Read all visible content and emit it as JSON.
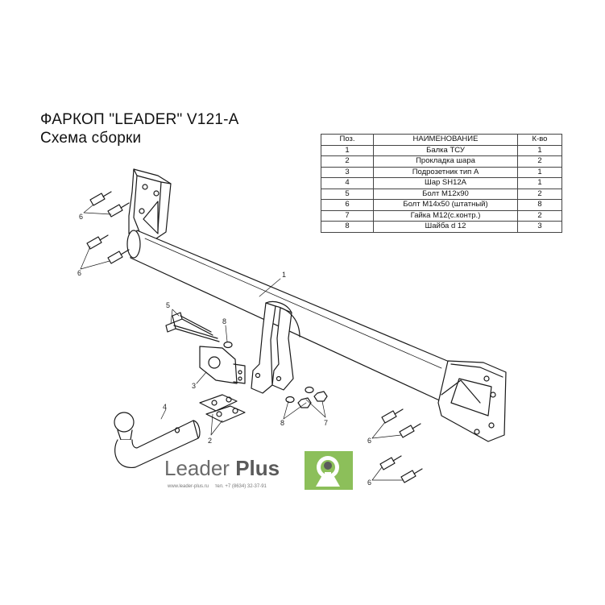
{
  "title": {
    "line1": "ФАРКОП \"LEADER\" V121-A",
    "line2": "Схема сборки"
  },
  "table": {
    "headers": [
      "Поз.",
      "НАИМЕНОВАНИЕ",
      "К-во"
    ],
    "rows": [
      [
        "1",
        "Балка ТСУ",
        "1"
      ],
      [
        "2",
        "Прокладка шара",
        "2"
      ],
      [
        "3",
        "Подрозетник тип А",
        "1"
      ],
      [
        "4",
        "Шар SH12A",
        "1"
      ],
      [
        "5",
        "Болт М12х90",
        "2"
      ],
      [
        "6",
        "Болт М14х50 (штатный)",
        "8"
      ],
      [
        "7",
        "Гайка М12(с.контр.)",
        "2"
      ],
      [
        "8",
        "Шайба d 12",
        "3"
      ]
    ]
  },
  "callouts": {
    "c1": "1",
    "c2": "2",
    "c3": "3",
    "c4": "4",
    "c5": "5",
    "c6a": "6",
    "c6b": "6",
    "c6c": "6",
    "c6d": "6",
    "c7": "7",
    "c8a": "8",
    "c8b": "8"
  },
  "logo": {
    "word1": "Leader",
    "word2": "Plus",
    "site": "www.leader-plus.ru",
    "phone": "тел. +7 (8634) 32-37-91",
    "brand_green": "#8cbf5a"
  }
}
